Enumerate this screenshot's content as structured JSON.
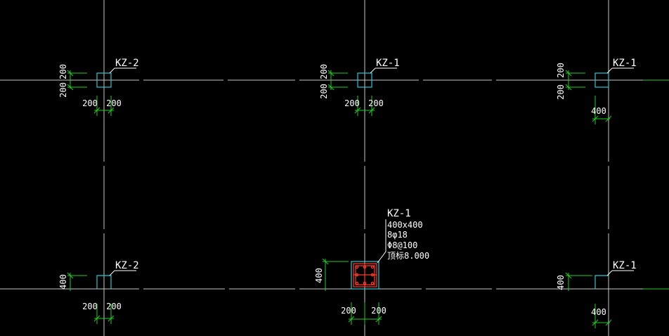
{
  "colors": {
    "background": "#000000",
    "axis": "#c8c8c8",
    "column": "#27c7d3",
    "dimension": "#22cc22",
    "rebar": "#ff3b2b",
    "text": "#ffffff"
  },
  "columns": [
    {
      "id": "c1",
      "label": "KZ-2",
      "dims": [
        "200",
        "200",
        "200",
        "200"
      ]
    },
    {
      "id": "c2",
      "label": "KZ-1",
      "dims": [
        "200",
        "200",
        "200",
        "200"
      ]
    },
    {
      "id": "c3",
      "label": "KZ-1",
      "dims": [
        "200",
        "200",
        "400"
      ]
    },
    {
      "id": "c4",
      "label": "KZ-2",
      "dims": [
        "400",
        "200",
        "200"
      ]
    },
    {
      "id": "c5",
      "label": "KZ-1",
      "dims": [
        "400",
        "200",
        "200"
      ]
    },
    {
      "id": "c6",
      "label": "KZ-1",
      "dims": [
        "400",
        "400"
      ]
    }
  ],
  "detail": {
    "name": "KZ-1",
    "size": "400x400",
    "rebar": "8φ18",
    "stirrup": "Φ8@100",
    "elevation": "顶标8.000"
  }
}
